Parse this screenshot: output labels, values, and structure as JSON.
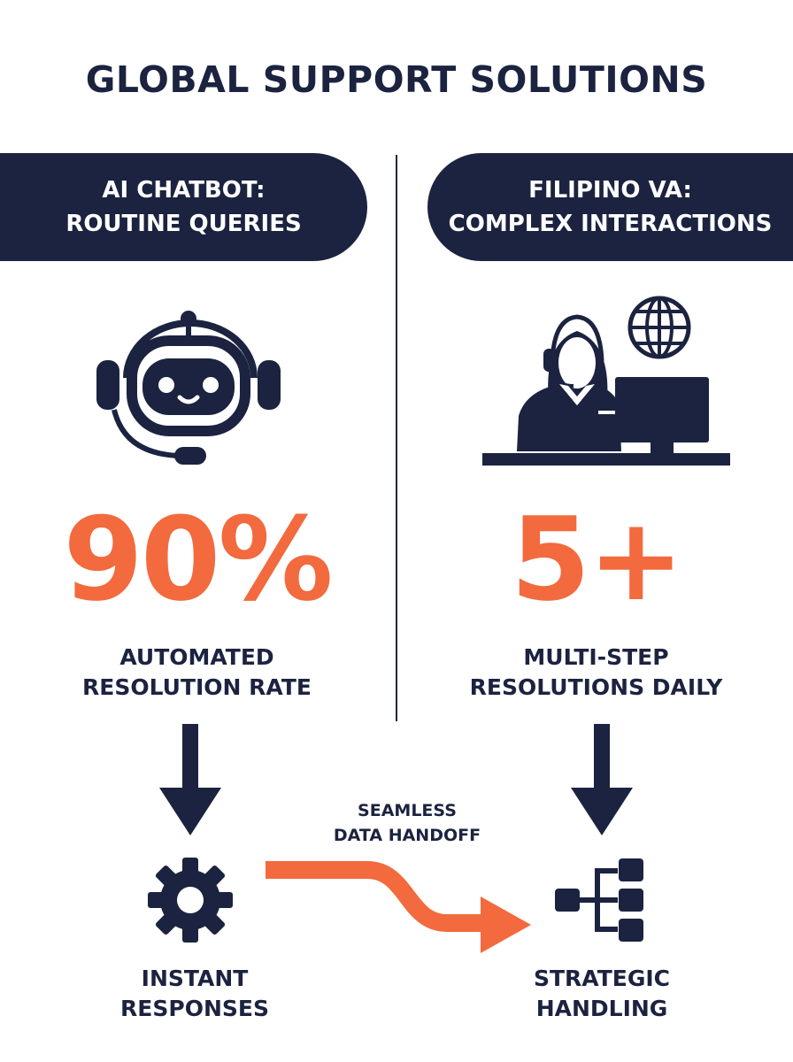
{
  "title": "GLOBAL SUPPORT SOLUTIONS",
  "left": {
    "header": [
      "AI CHATBOT:",
      "ROUTINE QUERIES"
    ],
    "stat": "90%",
    "stat_label": [
      "AUTOMATED",
      "RESOLUTION RATE"
    ],
    "outcome": [
      "INSTANT",
      "RESPONSES"
    ],
    "icon": "robot-headset-icon",
    "outcome_icon": "gear-icon"
  },
  "right": {
    "header": [
      "FILIPINO VA:",
      "COMPLEX INTERACTIONS"
    ],
    "stat": "5+",
    "stat_label": [
      "MULTI-STEP",
      "RESOLUTIONS DAILY"
    ],
    "outcome": [
      "STRATEGIC",
      "HANDLING"
    ],
    "icon": "agent-at-desk-icon",
    "outcome_icon": "hierarchy-icon"
  },
  "handoff": [
    "SEAMLESS",
    "DATA HANDOFF"
  ],
  "colors": {
    "navy": "#1c2340",
    "accent": "#f26a3d",
    "background": "#ffffff"
  }
}
